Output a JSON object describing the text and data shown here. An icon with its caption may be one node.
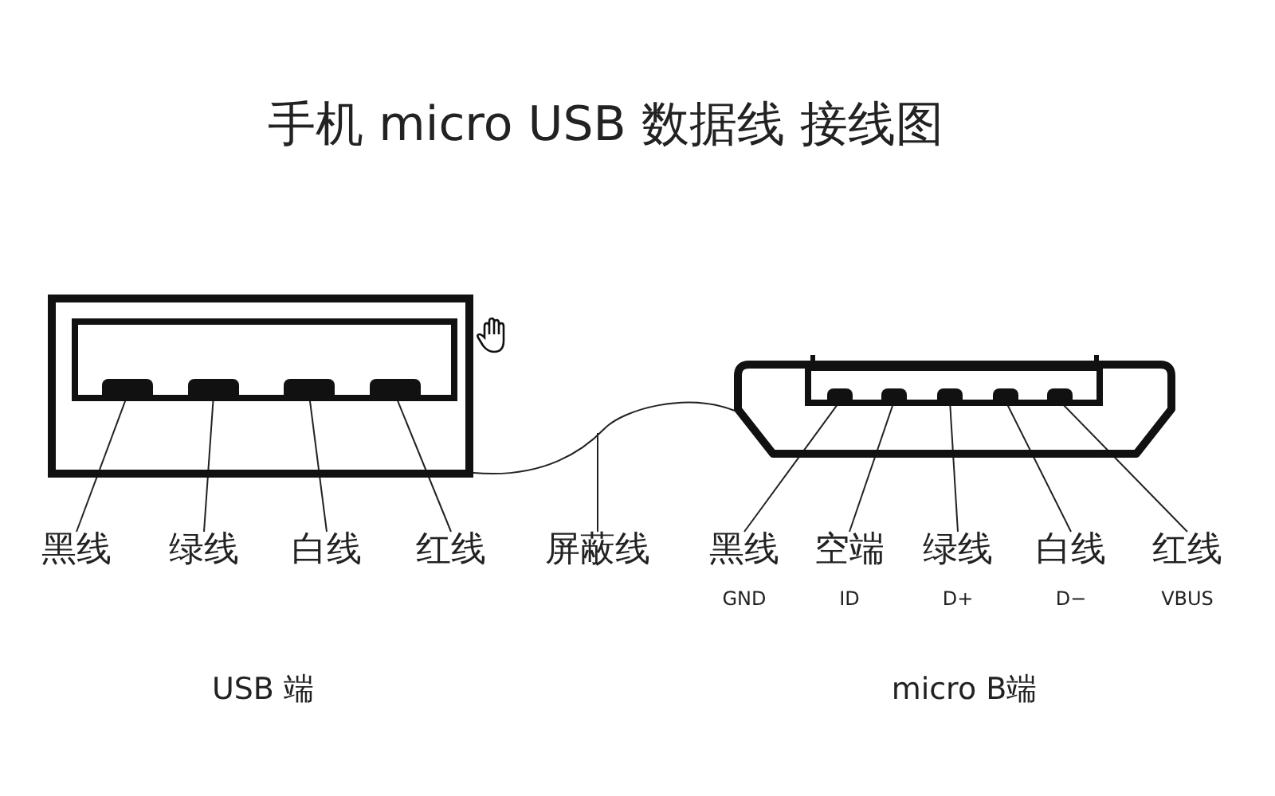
{
  "diagram": {
    "title": "手机 micro USB 数据线 接线图",
    "nodes": [
      {
        "text": [],
        "shape": "box"
      },
      {
        "text": [],
        "shape": "box",
        "in": 0
      },
      {
        "text": [],
        "shape": "bar",
        "in": 1
      },
      {
        "text": [],
        "shape": "bar",
        "in": 1
      },
      {
        "text": [],
        "shape": "bar",
        "in": 1
      },
      {
        "text": [],
        "shape": "bar",
        "in": 1
      },
      {
        "text": [],
        "shape": "box"
      },
      {
        "text": [],
        "shape": "box",
        "in": 6
      },
      {
        "text": [],
        "shape": "bar",
        "in": 7
      },
      {
        "text": [],
        "shape": "bar",
        "in": 7
      },
      {
        "text": [],
        "shape": "bar",
        "in": 7
      },
      {
        "text": [],
        "shape": "bar",
        "in": 7
      },
      {
        "text": [],
        "shape": "bar",
        "in": 7
      },
      {
        "text": [
          "黑线"
        ]
      },
      {
        "text": [
          "绿线"
        ]
      },
      {
        "text": [
          "白线"
        ]
      },
      {
        "text": [
          "红线"
        ]
      },
      {
        "text": [
          "屏蔽线"
        ]
      },
      {
        "text": [
          "黑线"
        ],
        "beside": [
          "GND"
        ]
      },
      {
        "text": [
          "空端"
        ],
        "beside": [
          "ID"
        ]
      },
      {
        "text": [
          "绿线"
        ],
        "beside": [
          "D+"
        ]
      },
      {
        "text": [
          "白线"
        ],
        "beside": [
          "D−"
        ]
      },
      {
        "text": [
          "红线"
        ],
        "beside": [
          "VBUS"
        ]
      }
    ],
    "edges": [
      {
        "from": 13,
        "to": 2,
        "arrow": "none"
      },
      {
        "from": 14,
        "to": 3,
        "arrow": "none"
      },
      {
        "from": 15,
        "to": 4,
        "arrow": "none"
      },
      {
        "from": 16,
        "to": 5,
        "arrow": "none"
      },
      {
        "from": 0,
        "to": 6,
        "arrow": "none"
      },
      {
        "from": 17,
        "to": null,
        "arrow": "none"
      },
      {
        "from": 18,
        "to": 8,
        "arrow": "none"
      },
      {
        "from": 19,
        "to": 9,
        "arrow": "none"
      },
      {
        "from": 20,
        "to": 10,
        "arrow": "none"
      },
      {
        "from": 21,
        "to": 11,
        "arrow": "none"
      },
      {
        "from": 22,
        "to": 12,
        "arrow": "none"
      }
    ],
    "labels": [
      "USB 端",
      "micro B端"
    ]
  }
}
